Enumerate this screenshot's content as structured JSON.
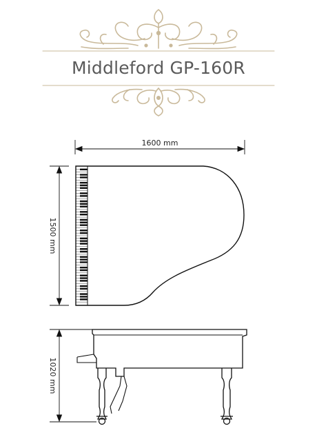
{
  "title": "Middleford GP-160R",
  "dimensions": {
    "width": "1600 mm",
    "depth": "1500 mm",
    "height": "1020 mm"
  },
  "colors": {
    "ornament": "#c9b99a",
    "title": "#5a5a5a",
    "line": "#111111"
  },
  "icons": {
    "ornament_top": "scroll-ornament-icon",
    "ornament_bottom": "scroll-ornament-icon"
  }
}
